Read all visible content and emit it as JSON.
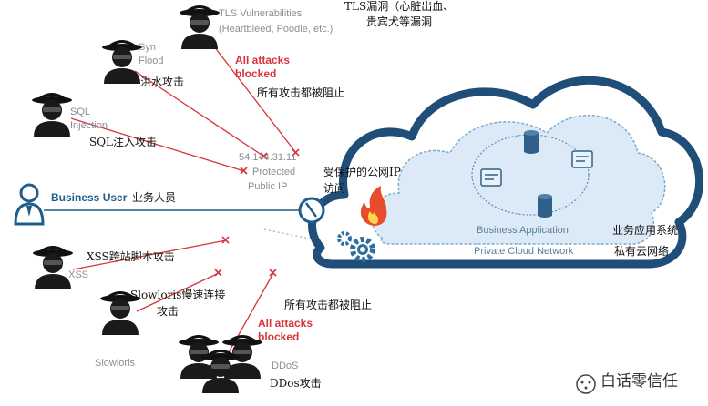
{
  "attackers": {
    "tls": {
      "title": "TLS Vulnerabilities",
      "detail": "(Heartbleed, Poodle, etc.)",
      "cn_line1": "TLS漏洞（心脏出血、",
      "cn_line2": "贵宾犬等漏洞"
    },
    "syn": {
      "line1": "Syn",
      "line2": "Flood",
      "cn": "洪水攻击"
    },
    "sql": {
      "line1": "SQL",
      "line2": "Injection",
      "cn": "SQL注入攻击"
    },
    "xss": {
      "label": "XSS",
      "cn": "XSS跨站脚本攻击"
    },
    "slowloris": {
      "label": "Slowloris",
      "cn_line1": "Slowloris慢速连接",
      "cn_line2": "攻击"
    },
    "ddos": {
      "label": "DDoS",
      "cn": "DDos攻击"
    }
  },
  "blocked_top": {
    "line1": "All attacks",
    "line2": "blocked",
    "cn": "所有攻击都被阻止"
  },
  "blocked_bottom": {
    "line1": "All attacks",
    "line2": "blocked",
    "cn": "所有攻击都被阻止"
  },
  "protected_ip": {
    "address": "54.144.31.11",
    "line1": "Protected",
    "line2": "Public IP",
    "cn_line1": "受保护的公网IP",
    "cn_line2": "访问"
  },
  "business_user": {
    "label": "Business User",
    "cn": "业务人员"
  },
  "cloud": {
    "app_label": "Business Application",
    "network_label": "Private Cloud Network",
    "cn_line1": "业务应用系统",
    "cn_line2": "私有云网络"
  },
  "watermark": {
    "text": "白话零信任"
  },
  "colors": {
    "attack_line": "#d8343a",
    "user_line": "#1f5d8c",
    "cloud_fill": "#dbeaf6",
    "cloud_stroke": "#1f4e79",
    "flame": "#e84c2b",
    "gear": "#2f6e9c"
  }
}
